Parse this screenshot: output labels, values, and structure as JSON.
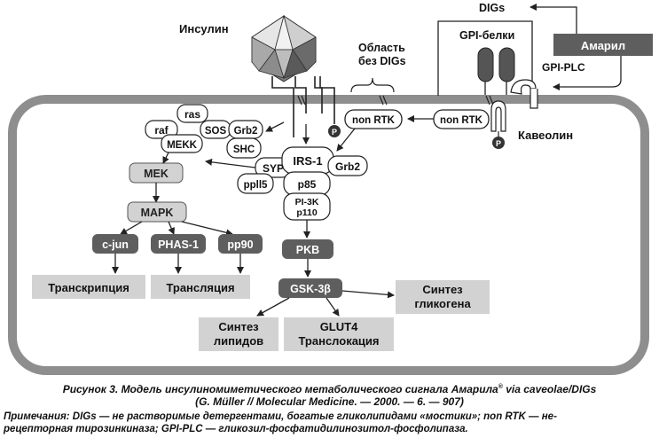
{
  "labels": {
    "insulin": "Инсулин",
    "area_without_digs_1": "Область",
    "area_without_digs_2": "без DIGs",
    "digs": "DIGs",
    "gpi_proteins": "GPI-белки",
    "amaril": "Амарил",
    "gpi_plc": "GPI-PLC",
    "caveolin": "Кавеолин",
    "non_rtk_left": "non RTK",
    "non_rtk_right": "non RTK",
    "p": "P",
    "ras": "ras",
    "raf": "raf",
    "sos": "SOS",
    "grb2_top": "Grb2",
    "mekk": "MEKK",
    "shc": "SHC",
    "syp": "SYP",
    "irs1": "IRS-1",
    "grb2_right": "Grb2",
    "ppll5": "ppll5",
    "p85": "p85",
    "pi3k": "PI-3K",
    "p110": "p110",
    "mek": "MEK",
    "mapk": "MAPK",
    "cjun": "c-jun",
    "phas1": "PHAS-1",
    "pp90": "pp90",
    "pkb": "PKB",
    "gsk3b": "GSK-3β",
    "transcription": "Транскрипция",
    "translation": "Трансляция",
    "glycogen_1": "Синтез",
    "glycogen_2": "гликогена",
    "lipids_1": "Синтез",
    "lipids_2": "липидов",
    "glut4_1": "GLUT4",
    "glut4_2": "Транслокация"
  },
  "caption": {
    "main": "Рисунок 3. Модель инсулиномиметического метаболического сигнала Амарила",
    "main_sup": "®",
    "main_tail": " via caveolae/DIGs",
    "source": "(G. Müller // Molecular Medicine. — 2000. — 6. — 907)",
    "notes_1": "Примечания: DIGs — не растворимые детергентами, богатые гликолипидами «мостики»; non RTK — не-",
    "notes_2": "рецепторная тирозинкиназа; GPI-PLC — гликозил-фосфатидилинозитол-фосфолипаза."
  },
  "colors": {
    "dark_box": "#5e5e5e",
    "light_box": "#d2d2d2",
    "membrane": "#8e8e8e",
    "outline": "#333333"
  }
}
